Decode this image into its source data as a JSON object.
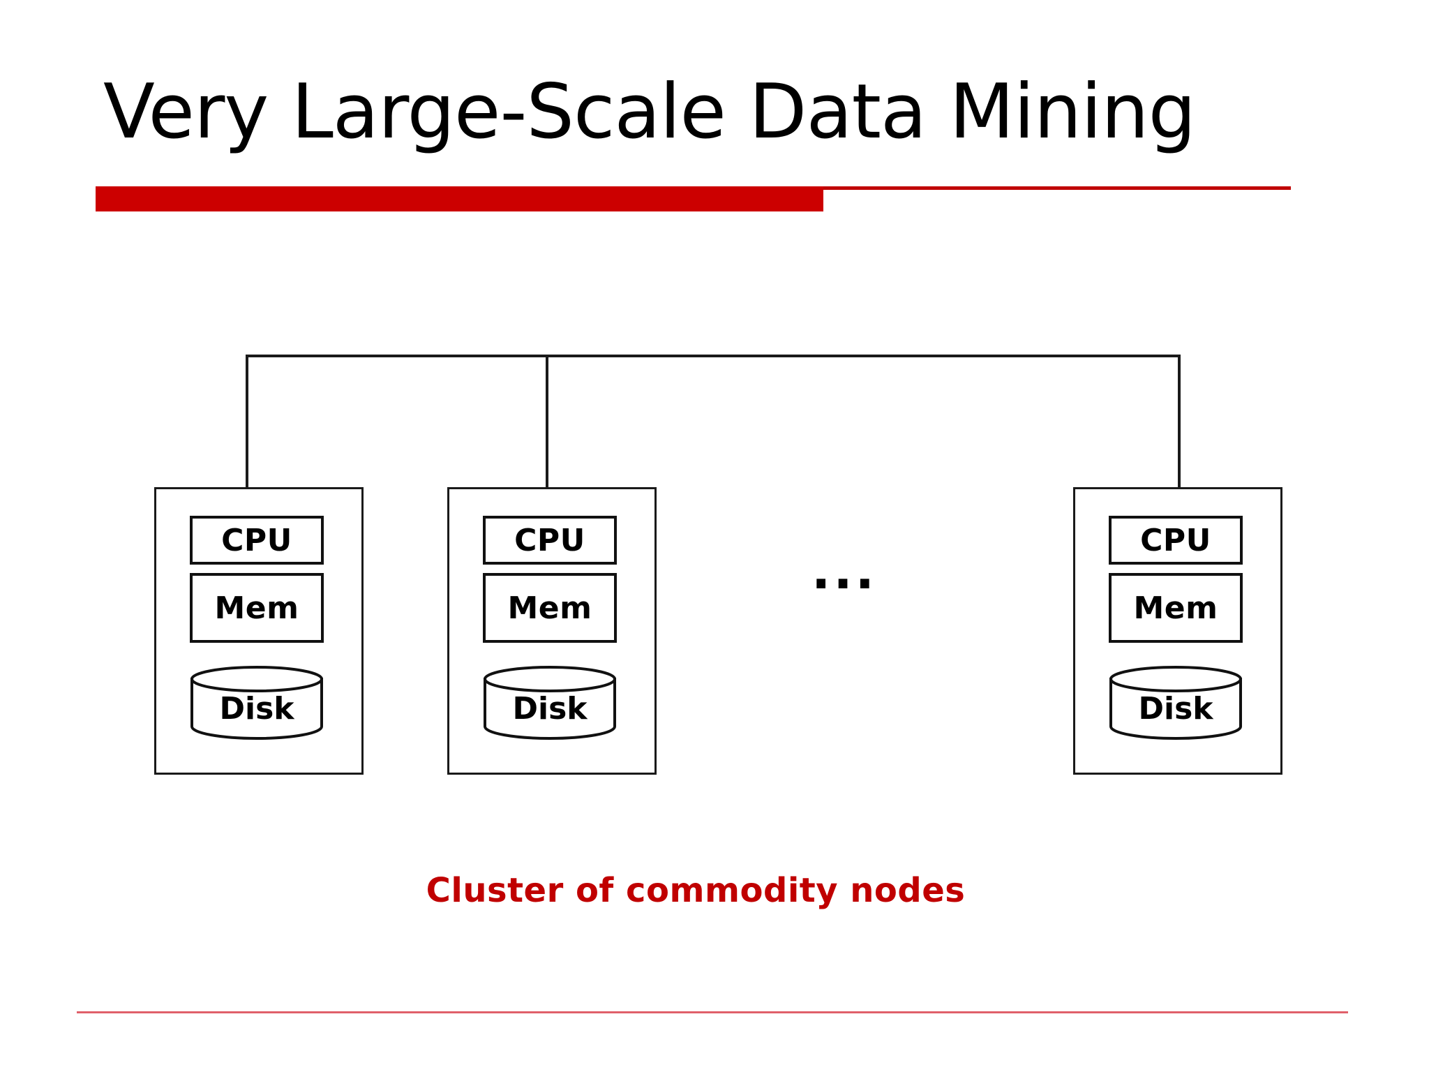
{
  "slide": {
    "title": "Very Large-Scale Data Mining",
    "caption": "Cluster of commodity nodes",
    "ellipsis": "...",
    "colors": {
      "accent_bar": "#CC0000",
      "accent_rule": "#C00000",
      "caption_text": "#C00000",
      "footer_rule": "#E0606A",
      "diagram_stroke": "#1A1A1A",
      "background": "#FFFFFF"
    }
  },
  "diagram": {
    "type": "cluster-architecture",
    "interconnect_label": "",
    "nodes": [
      {
        "id": "node-1",
        "cpu": "CPU",
        "mem": "Mem",
        "disk": "Disk",
        "connected": true
      },
      {
        "id": "node-2",
        "cpu": "CPU",
        "mem": "Mem",
        "disk": "Disk",
        "connected": true
      },
      {
        "id": "node-3",
        "cpu": "CPU",
        "mem": "Mem",
        "disk": "Disk",
        "connected": true
      }
    ]
  }
}
